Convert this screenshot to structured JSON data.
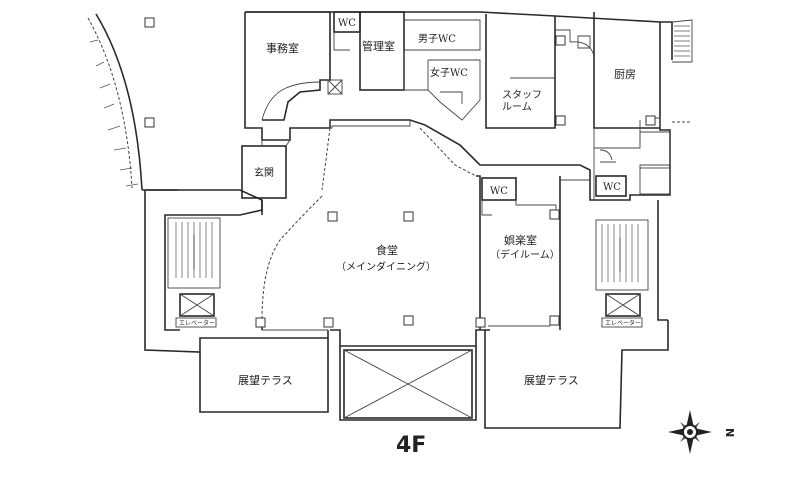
{
  "floor_label": "4F",
  "north_label": "N",
  "rooms": {
    "office": "事務室",
    "wc_top": "WC",
    "manager": "管理室",
    "mens_wc": "男子WC",
    "womens_wc": "女子WC",
    "staff_room_1": "スタッフ",
    "staff_room_2": "ルーム",
    "kitchen": "厨房",
    "entrance": "玄関",
    "wc_middle": "WC",
    "wc_right": "WC",
    "dining_1": "食堂",
    "dining_2": "（メインダイニング）",
    "recreation_1": "娯楽室",
    "recreation_2": "（デイルーム）",
    "elevator_left": "エレベーター",
    "elevator_right": "エレベーター",
    "terrace_left": "展望テラス",
    "terrace_right": "展望テラス"
  }
}
